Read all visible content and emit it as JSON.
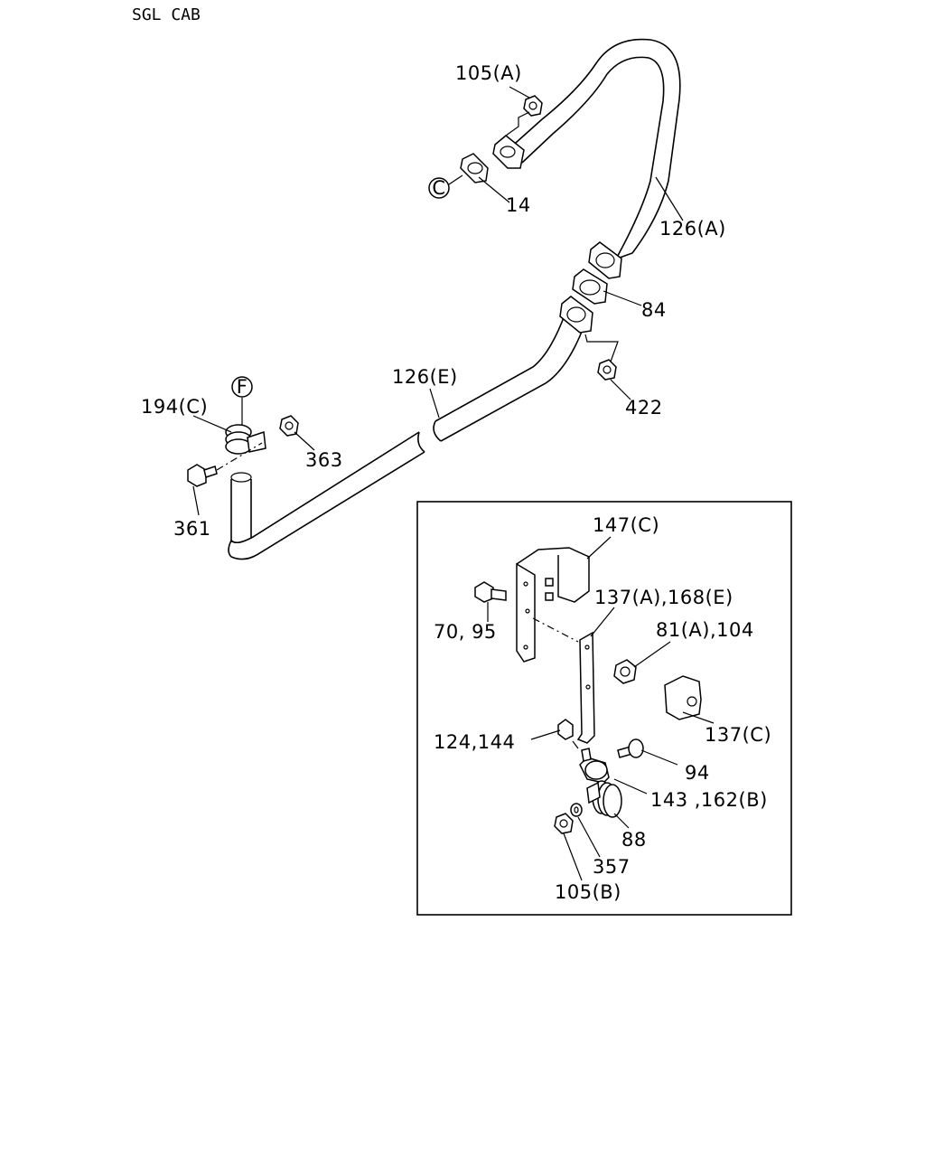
{
  "header": {
    "title": "SGL CAB"
  },
  "circled_refs": {
    "c": "C",
    "f": "F"
  },
  "callouts": [
    {
      "id": "105a",
      "text": "105(A)"
    },
    {
      "id": "14",
      "text": "14"
    },
    {
      "id": "126a",
      "text": "126(A)"
    },
    {
      "id": "84",
      "text": "84"
    },
    {
      "id": "422",
      "text": "422"
    },
    {
      "id": "126e",
      "text": "126(E)"
    },
    {
      "id": "194c",
      "text": "194(C)"
    },
    {
      "id": "363",
      "text": "363"
    },
    {
      "id": "361",
      "text": "361"
    },
    {
      "id": "147c",
      "text": "147(C)"
    },
    {
      "id": "137a168e",
      "text": "137(A),168(E)"
    },
    {
      "id": "7095",
      "text": "70, 95"
    },
    {
      "id": "81a104",
      "text": "81(A),104"
    },
    {
      "id": "137c",
      "text": "137(C)"
    },
    {
      "id": "124144",
      "text": "124,144"
    },
    {
      "id": "94",
      "text": "94"
    },
    {
      "id": "143162b",
      "text": "143 ,162(B)"
    },
    {
      "id": "88",
      "text": "88"
    },
    {
      "id": "357",
      "text": "357"
    },
    {
      "id": "105b",
      "text": "105(B)"
    }
  ]
}
